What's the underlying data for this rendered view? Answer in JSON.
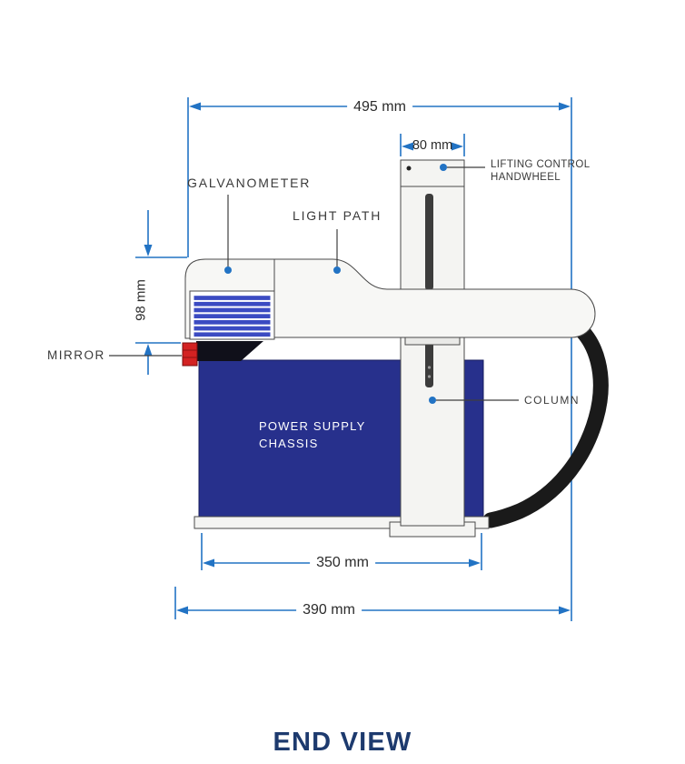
{
  "diagram": {
    "title": "END VIEW",
    "labels": {
      "galvanometer": "GALVANOMETER",
      "light_path": "LIGHT PATH",
      "lifting_control_line1": "LIFTING CONTROL",
      "lifting_control_line2": "HANDWHEEL",
      "mirror": "MIRROR",
      "power_supply_line1": "POWER SUPPLY",
      "power_supply_line2": "CHASSIS",
      "column": "COLUMN"
    },
    "dimensions": {
      "overall_width": "495 mm",
      "column_width": "80 mm",
      "head_height": "98 mm",
      "chassis_width": "350 mm",
      "base_width": "390 mm"
    },
    "colors": {
      "dimension_blue": "#2273c4",
      "chassis_navy": "#27308c",
      "grille_blue": "#3b4bc2",
      "mirror_red": "#d32222",
      "cable_black": "#1a1a1a",
      "title_navy": "#1d3a6e"
    }
  }
}
